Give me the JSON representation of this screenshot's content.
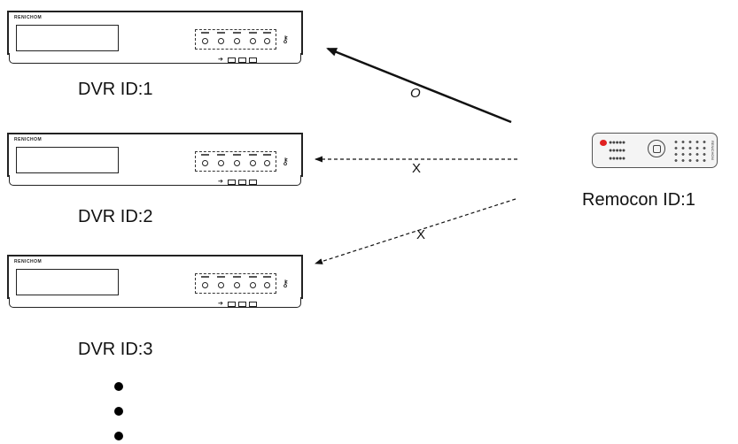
{
  "dvrs": [
    {
      "brand": "RENICHOM",
      "label": "DVR ID:1"
    },
    {
      "brand": "RENICHOM",
      "label": "DVR ID:2"
    },
    {
      "brand": "RENICHOM",
      "label": "DVR ID:3"
    }
  ],
  "remote": {
    "label": "Remocon ID:1",
    "brand": "RENICHOM"
  },
  "links": [
    {
      "from": "remote",
      "to": "DVR ID:1",
      "style": "solid",
      "mark": "O"
    },
    {
      "from": "remote",
      "to": "DVR ID:2",
      "style": "dashed",
      "mark": "X"
    },
    {
      "from": "remote",
      "to": "DVR ID:3",
      "style": "dashed",
      "mark": "X"
    }
  ],
  "icons": {
    "continuation": "vertical-ellipsis-dots",
    "key": "key-icon"
  }
}
